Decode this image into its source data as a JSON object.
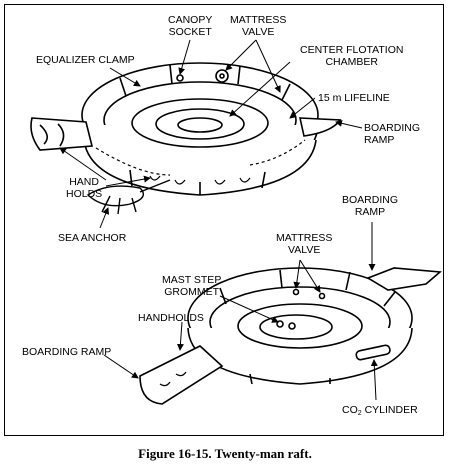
{
  "labels": {
    "canopy_socket": [
      "CANOPY",
      "SOCKET"
    ],
    "mattress_valve_top": [
      "MATTRESS",
      "VALVE"
    ],
    "equalizer_clamp": "EQUALIZER CLAMP",
    "center_flotation_chamber": [
      "CENTER FLOTATION",
      "CHAMBER"
    ],
    "lifeline": "15 m LIFELINE",
    "boarding_ramp_top": [
      "BOARDING",
      "RAMP"
    ],
    "hand_holds": [
      "HAND",
      "HOLDS"
    ],
    "boarding_ramp_right": [
      "BOARDING",
      "RAMP"
    ],
    "sea_anchor": "SEA ANCHOR",
    "mattress_valve_bottom": [
      "MATTRESS",
      "VALVE"
    ],
    "mast_step_grommet": [
      "MAST STEP",
      "GROMMET"
    ],
    "handholds": "HANDHOLDS",
    "boarding_ramp_bottom": "BOARDING RAMP",
    "co2_cylinder": {
      "main": "CO",
      "sub": "2",
      "rest": " CYLINDER"
    }
  },
  "caption": "Figure 16-15. Twenty-man raft."
}
